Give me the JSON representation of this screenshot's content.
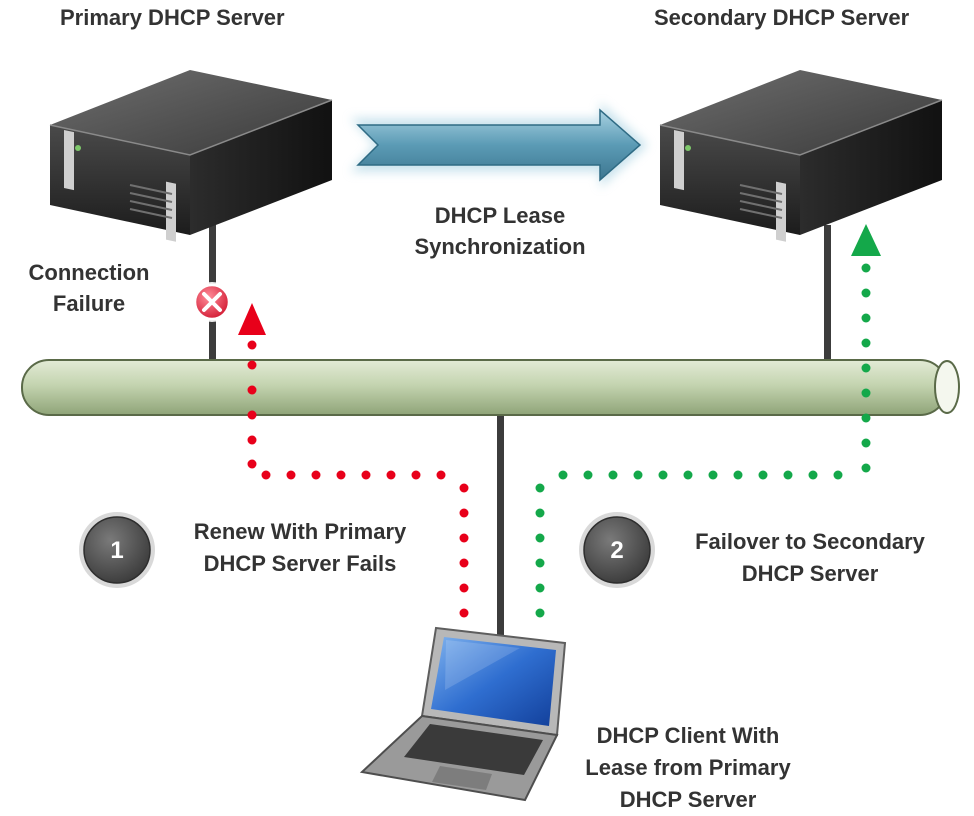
{
  "labels": {
    "primary_server": "Primary DHCP Server",
    "secondary_server": "Secondary DHCP Server",
    "sync_line1": "DHCP Lease",
    "sync_line2": "Synchronization",
    "failure_line1": "Connection",
    "failure_line2": "Failure",
    "step1_line1": "Renew With Primary",
    "step1_line2": "DHCP Server Fails",
    "step2_line1": "Failover to Secondary",
    "step2_line2": "DHCP Server",
    "client_line1": "DHCP Client With",
    "client_line2": "Lease from Primary",
    "client_line3": "DHCP Server"
  },
  "steps": [
    {
      "number": "1"
    },
    {
      "number": "2"
    }
  ],
  "colors": {
    "label_text": "#333333",
    "network_bus": "#c4d4b0",
    "failure_path": "#e8001a",
    "failover_path": "#14a84a",
    "sync_arrow": "#5b9bb5",
    "step_badge": "#4a4a4a"
  }
}
